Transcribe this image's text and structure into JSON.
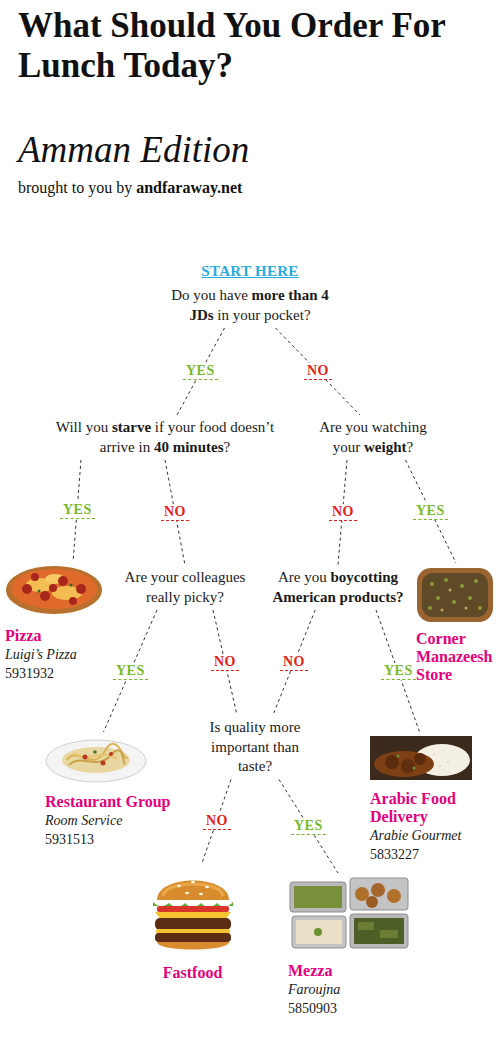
{
  "diagram": {
    "title": "What Should You Order For Lunch Today?",
    "nodes": [
      {
        "text": [
          "START HERE",
          "Do you have more than 4 JDs in your pocket?"
        ]
      },
      {
        "text": [
          "Will you starve if your food doesn’t arrive in 40 minutes?"
        ]
      },
      {
        "text": [
          "Are you watching your weight?"
        ]
      },
      {
        "text": [
          "Pizza",
          "Luigi’s Pizza",
          "5931932"
        ]
      },
      {
        "text": [
          "Are your colleagues really picky?"
        ]
      },
      {
        "text": [
          "Are you boycotting American products?"
        ]
      },
      {
        "text": [
          "Corner Manazeesh Store"
        ]
      },
      {
        "text": [
          "Restaurant Group",
          "Room Service",
          "5931513"
        ]
      },
      {
        "text": [
          "Is quality more important than taste?"
        ]
      },
      {
        "text": [
          "Arabic Food Delivery",
          "Arabie Gourmet",
          "5833227"
        ]
      },
      {
        "text": [
          "Fastfood"
        ]
      },
      {
        "text": [
          "Mezza",
          "Faroujna",
          "5850903"
        ]
      }
    ],
    "edges": [
      {
        "from": 0,
        "to": 1,
        "label": "YES",
        "arrow": "none"
      },
      {
        "from": 0,
        "to": 2,
        "label": "NO",
        "arrow": "none"
      },
      {
        "from": 1,
        "to": 3,
        "label": "YES",
        "arrow": "none"
      },
      {
        "from": 1,
        "to": 4,
        "label": "NO",
        "arrow": "none"
      },
      {
        "from": 2,
        "to": 5,
        "label": "NO",
        "arrow": "none"
      },
      {
        "from": 2,
        "to": 6,
        "label": "YES",
        "arrow": "none"
      },
      {
        "from": 4,
        "to": 7,
        "label": "YES",
        "arrow": "none"
      },
      {
        "from": 4,
        "to": 8,
        "label": "NO",
        "arrow": "none"
      },
      {
        "from": 5,
        "to": 8,
        "label": "NO",
        "arrow": "none"
      },
      {
        "from": 5,
        "to": 9,
        "label": "YES",
        "arrow": "none"
      },
      {
        "from": 8,
        "to": 10,
        "label": "NO",
        "arrow": "none"
      },
      {
        "from": 8,
        "to": 11,
        "label": "YES",
        "arrow": "none"
      }
    ],
    "labels": [
      "Amman Edition",
      "brought to you by",
      "andfaraway.net"
    ]
  }
}
